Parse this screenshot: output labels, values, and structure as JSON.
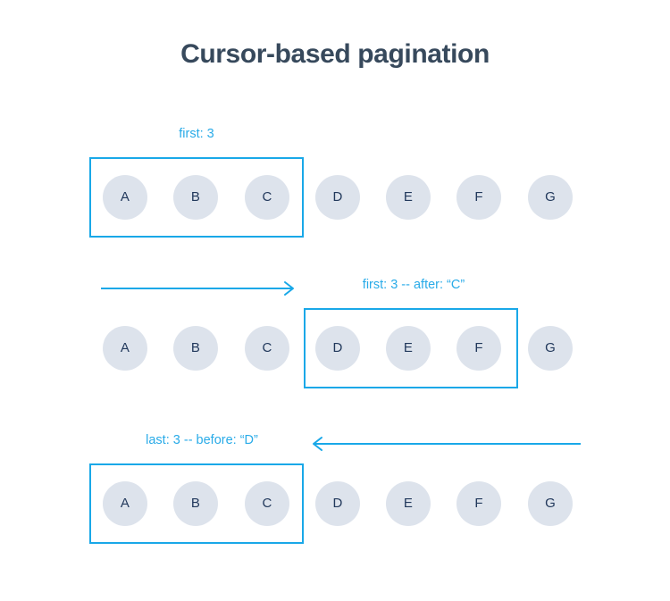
{
  "title": "Cursor-based pagination",
  "colors": {
    "accent": "#19a8e8",
    "label_text": "#29abe8",
    "node_fill": "#dde3ec",
    "node_text": "#22395c",
    "title_text": "#37495c",
    "background": "#ffffff"
  },
  "nodes": [
    "A",
    "B",
    "C",
    "D",
    "E",
    "F",
    "G"
  ],
  "rows": [
    {
      "id": "row-1",
      "label": "first: 3",
      "highlighted": [
        "A",
        "B",
        "C"
      ],
      "arrow": null
    },
    {
      "id": "row-2",
      "label": "first: 3 -- after: “C”",
      "highlighted": [
        "D",
        "E",
        "F"
      ],
      "arrow": "right"
    },
    {
      "id": "row-3",
      "label": "last: 3 -- before: “D”",
      "highlighted": [
        "A",
        "B",
        "C"
      ],
      "arrow": "left"
    }
  ]
}
